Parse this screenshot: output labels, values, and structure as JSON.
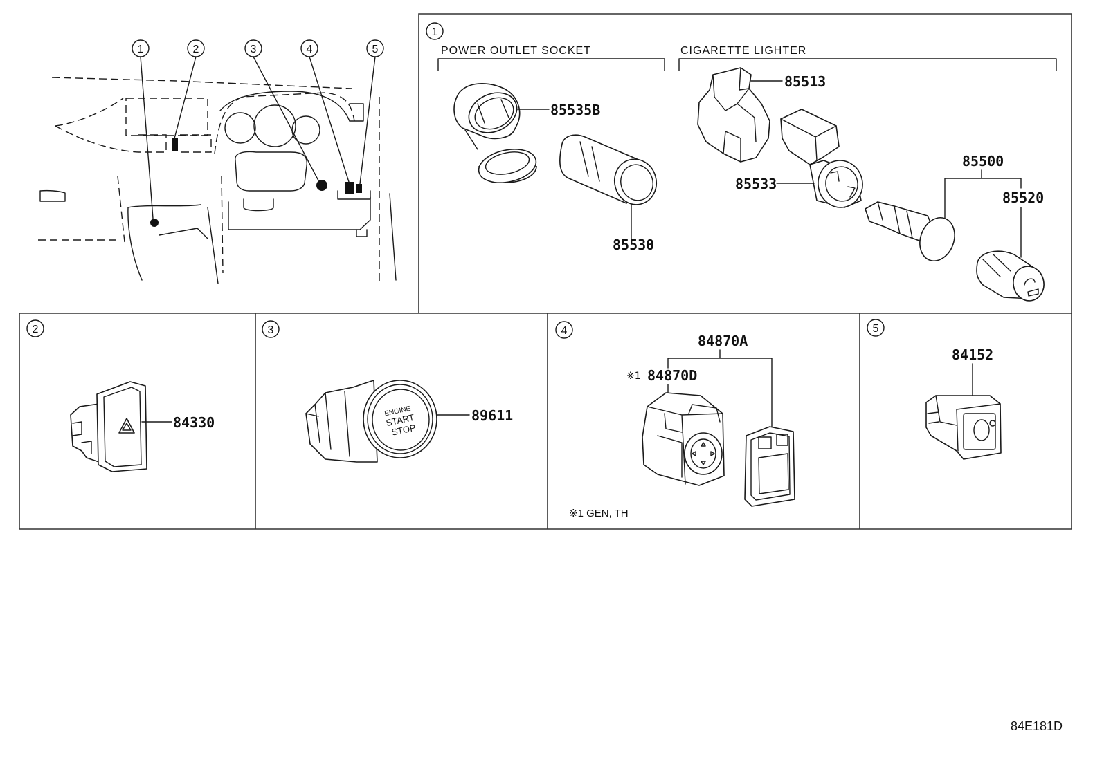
{
  "colors": {
    "line": "#1a1a1a",
    "background": "#ffffff"
  },
  "overview": {
    "callouts": [
      "1",
      "2",
      "3",
      "4",
      "5"
    ]
  },
  "panel1": {
    "number": "1",
    "heading_power_outlet": "POWER OUTLET SOCKET",
    "heading_cigarette_lighter": "CIGARETTE LIGHTER",
    "parts": [
      "85535B",
      "85530",
      "85513",
      "85533",
      "85500",
      "85520"
    ]
  },
  "panel2": {
    "number": "2",
    "part": "84330",
    "icon": "hazard-triangle-icon"
  },
  "panel3": {
    "number": "3",
    "part": "89611",
    "button_text": [
      "ENGINE",
      "START",
      "STOP"
    ]
  },
  "panel4": {
    "number": "4",
    "part_assy": "84870A",
    "sub_mark": "※1",
    "part_sub": "84870D",
    "note": "※1 GEN, TH"
  },
  "panel5": {
    "number": "5",
    "part": "84152"
  },
  "diagram_code": "84E181D"
}
